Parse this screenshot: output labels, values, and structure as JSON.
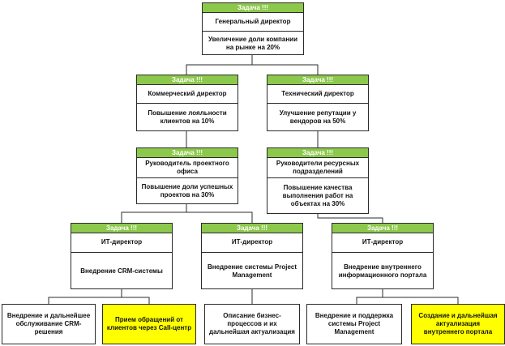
{
  "colors": {
    "header": "#8cc84b",
    "line": "#2b2b2b",
    "highlight": "#ffff00"
  },
  "header_label": "Задача !!!",
  "nodes": [
    {
      "id": "ceo",
      "role": "Генеральный директор",
      "task": "Увеличение доли компании на рынке на 20%"
    },
    {
      "id": "cco",
      "role": "Коммерческий директор",
      "task": "Повышение лояльности клиентов на 10%"
    },
    {
      "id": "cto",
      "role": "Технический директор",
      "task": "Улучшение репутации у вендоров на 50%"
    },
    {
      "id": "pmo",
      "role": "Руководитель проектного офиса",
      "task": "Повышение доли успешных проектов на 30%"
    },
    {
      "id": "res",
      "role": "Руководители ресурсных подразделений",
      "task": "Повышение качества выполнения работ на объектах на 30%"
    },
    {
      "id": "it1",
      "role": "ИТ-директор",
      "task": "Внедрение CRM-системы"
    },
    {
      "id": "it2",
      "role": "ИТ-директор",
      "task": "Внедрение системы Project Management"
    },
    {
      "id": "it3",
      "role": "ИТ-директор",
      "task": "Внедрение внутреннего информационного портала"
    }
  ],
  "leaves": [
    {
      "id": "l1",
      "text": "Внедрение и дальнейшее обслуживание CRM-решения",
      "highlight": false
    },
    {
      "id": "l2",
      "text": "Прием обращений от клиентов через Call-центр",
      "highlight": true
    },
    {
      "id": "l3",
      "text": "Описание бизнес-процессов и их дальнейшая актуализация",
      "highlight": false
    },
    {
      "id": "l4",
      "text": "Внедрение и поддержка системы Project Management",
      "highlight": false
    },
    {
      "id": "l5",
      "text": "Создание и дальнейшая актуализация внутреннего портала",
      "highlight": true
    }
  ]
}
